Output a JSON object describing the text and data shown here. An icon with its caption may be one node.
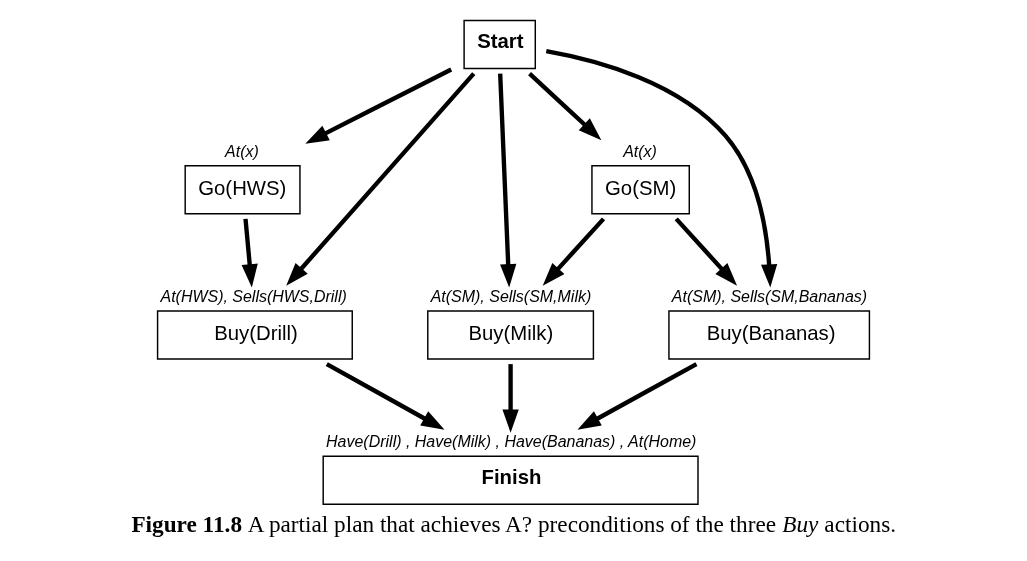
{
  "diagram": {
    "caption": "**Figure 11.8** A partial plan that achieves A? preconditions of the three *Buy* actions.",
    "nodes": [
      {
        "text": [
          "Start"
        ]
      },
      {
        "text": [
          "Go(HWS)"
        ],
        "beside": [
          "At(x)"
        ]
      },
      {
        "text": [
          "Go(SM)"
        ],
        "beside": [
          "At(x)"
        ]
      },
      {
        "text": [
          "Buy(Drill)"
        ],
        "beside": [
          "At(HWS), Sells(HWS,Drill)"
        ]
      },
      {
        "text": [
          "Buy(Milk)"
        ],
        "beside": [
          "At(SM), Sells(SM,Milk)"
        ]
      },
      {
        "text": [
          "Buy(Bananas)"
        ],
        "beside": [
          "At(SM), Sells(SM,Bananas)"
        ]
      },
      {
        "text": [
          "Finish"
        ],
        "beside": [
          "Have(Drill) , Have(Milk) , Have(Bananas) , At(Home)"
        ]
      }
    ],
    "edges": [
      {
        "from": 0,
        "to": 1,
        "arrow": "to"
      },
      {
        "from": 0,
        "to": 3,
        "arrow": "to"
      },
      {
        "from": 0,
        "to": 4,
        "arrow": "to"
      },
      {
        "from": 0,
        "to": 5,
        "arrow": "to"
      },
      {
        "from": 0,
        "to": 2,
        "arrow": "to"
      },
      {
        "from": 1,
        "to": 3,
        "arrow": "to"
      },
      {
        "from": 2,
        "to": 4,
        "arrow": "to"
      },
      {
        "from": 2,
        "to": 5,
        "arrow": "to"
      },
      {
        "from": 3,
        "to": 6,
        "arrow": "to"
      },
      {
        "from": 4,
        "to": 6,
        "arrow": "to"
      },
      {
        "from": 5,
        "to": 6,
        "arrow": "to"
      }
    ]
  }
}
